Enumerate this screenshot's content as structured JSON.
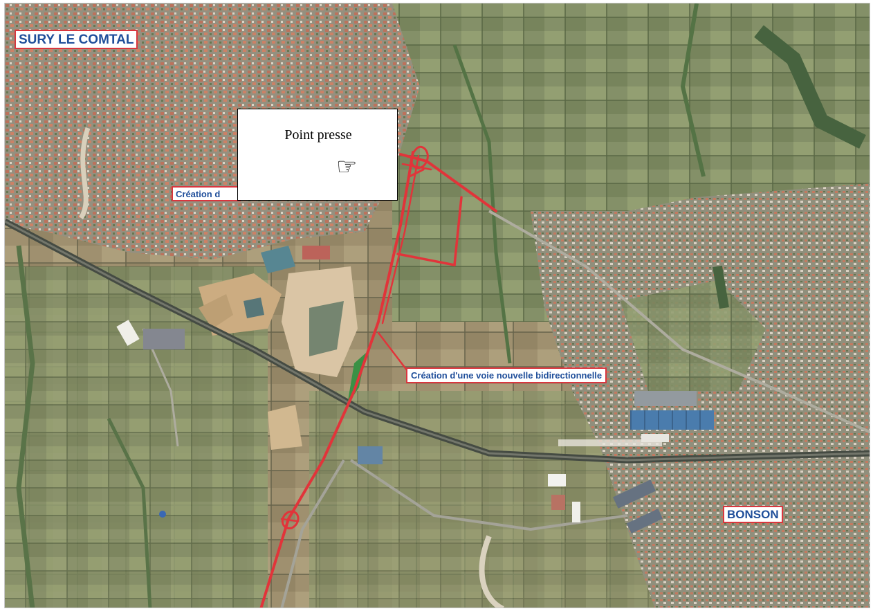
{
  "labels": {
    "sury": "SURY LE COMTAL",
    "bonson": "BONSON",
    "creation_cut": "Création d",
    "voie": "Création d'une voie nouvelle bidirectionnelle"
  },
  "callout": {
    "title": "Point presse",
    "hand": "☞",
    "hand_icon": "pointing-hand-icon"
  },
  "colors": {
    "route": "#e0282e",
    "label_border": "#d9363e",
    "label_text": "#1f4e9a",
    "green_strip": "#2e8b3a"
  }
}
